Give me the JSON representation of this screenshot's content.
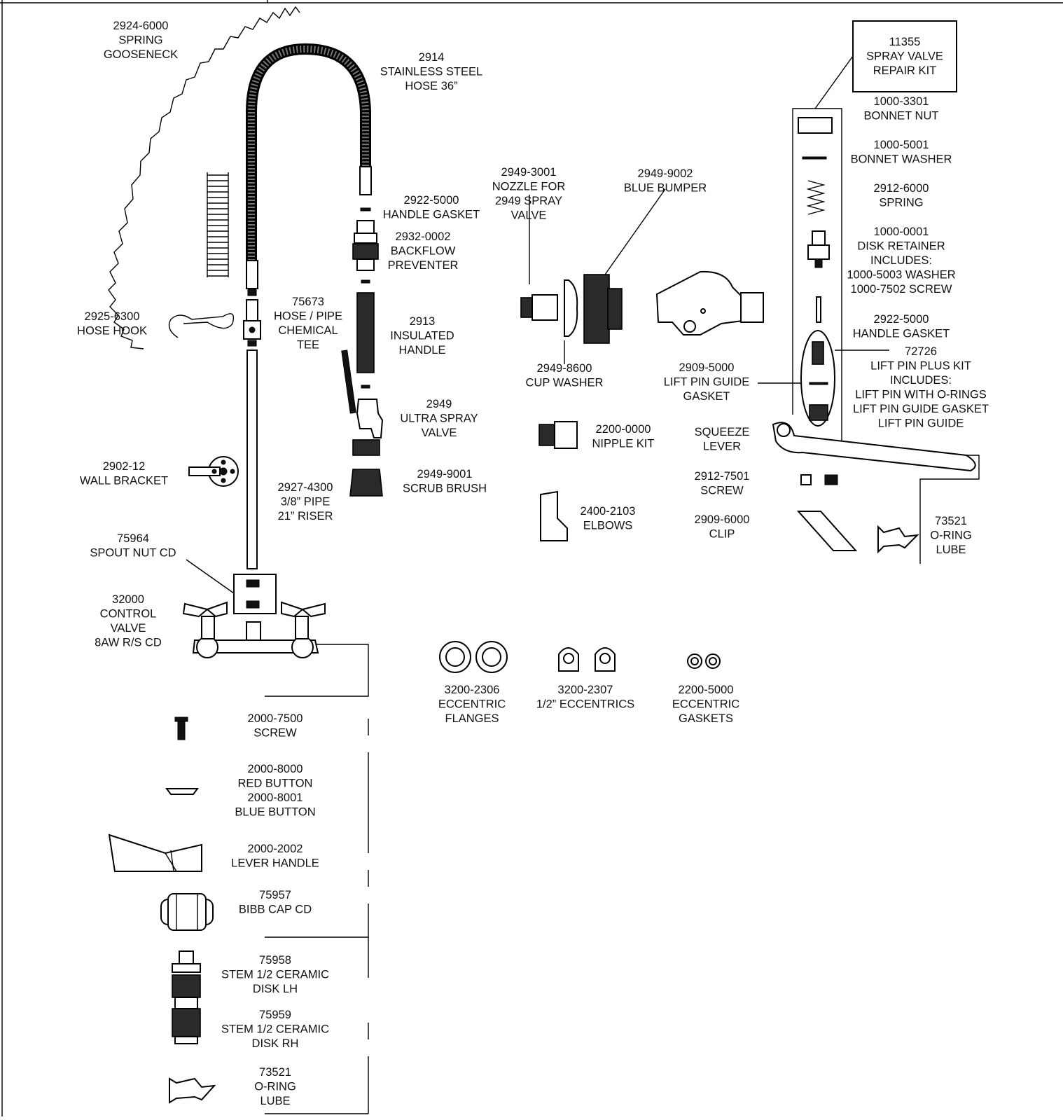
{
  "labels": {
    "spring_gooseneck": [
      "2924-6000",
      "SPRING",
      "GOOSENECK"
    ],
    "stainless_hose": [
      "2914",
      "STAINLESS STEEL",
      "HOSE 36”"
    ],
    "handle_gasket": [
      "2922-5000",
      "HANDLE GASKET"
    ],
    "backflow_preventer": [
      "2932-0002",
      "BACKFLOW",
      "PREVENTER"
    ],
    "hose_hook": [
      "2925-6300",
      "HOSE HOOK"
    ],
    "chemical_tee": [
      "75673",
      "HOSE / PIPE",
      "CHEMICAL",
      "TEE"
    ],
    "insulated_handle": [
      "2913",
      "INSULATED",
      "HANDLE"
    ],
    "ultra_spray_valve": [
      "2949",
      "ULTRA SPRAY",
      "VALVE"
    ],
    "wall_bracket": [
      "2902-12",
      "WALL BRACKET"
    ],
    "scrub_brush": [
      "2949-9001",
      "SCRUB BRUSH"
    ],
    "pipe_riser": [
      "2927-4300",
      "3/8” PIPE",
      "21” RISER"
    ],
    "spout_nut": [
      "75964",
      "SPOUT NUT CD"
    ],
    "control_valve": [
      "32000",
      "CONTROL",
      "VALVE",
      "8AW R/S CD"
    ],
    "nozzle": [
      "2949-3001",
      "NOZZLE FOR",
      "2949 SPRAY",
      "VALVE"
    ],
    "blue_bumper": [
      "2949-9002",
      "BLUE BUMPER"
    ],
    "cup_washer": [
      "2949-8600",
      "CUP WASHER"
    ],
    "nipple_kit": [
      "2200-0000",
      "NIPPLE KIT"
    ],
    "elbows": [
      "2400-2103",
      "ELBOWS"
    ],
    "repair_kit": [
      "11355",
      "SPRAY VALVE",
      "REPAIR KIT"
    ],
    "bonnet_nut": [
      "1000-3301",
      "BONNET NUT"
    ],
    "bonnet_washer": [
      "1000-5001",
      "BONNET WASHER"
    ],
    "spring": [
      "2912-6000",
      "SPRING"
    ],
    "disk_retainer": [
      "1000-0001",
      "DISK RETAINER",
      "INCLUDES:",
      "1000-5003 WASHER",
      "1000-7502 SCREW"
    ],
    "handle_gasket_2": [
      "2922-5000",
      "HANDLE GASKET"
    ],
    "lift_pin_kit": [
      "72726",
      "LIFT PIN PLUS KIT",
      "INCLUDES:",
      "LIFT PIN WITH O-RINGS",
      "LIFT PIN GUIDE GASKET",
      "LIFT PIN GUIDE"
    ],
    "lift_pin_guide_gasket": [
      "2909-5000",
      "LIFT PIN GUIDE",
      "GASKET"
    ],
    "squeeze_lever": [
      "SQUEEZE",
      "LEVER"
    ],
    "screw_2912": [
      "2912-7501",
      "SCREW"
    ],
    "clip": [
      "2909-6000",
      "CLIP"
    ],
    "oring_lube_right": [
      "73521",
      "O-RING",
      "LUBE"
    ],
    "eccentric_flanges": [
      "3200-2306",
      "ECCENTRIC",
      "FLANGES"
    ],
    "eccentrics": [
      "3200-2307",
      "1/2” ECCENTRICS"
    ],
    "eccentric_gaskets": [
      "2200-5000",
      "ECCENTRIC",
      "GASKETS"
    ],
    "screw_2000": [
      "2000-7500",
      "SCREW"
    ],
    "buttons": [
      "2000-8000",
      "RED BUTTON",
      "2000-8001",
      "BLUE BUTTON"
    ],
    "lever_handle": [
      "2000-2002",
      "LEVER HANDLE"
    ],
    "bibb_cap": [
      "75957",
      "BIBB CAP CD"
    ],
    "stem_lh": [
      "75958",
      "STEM 1/2 CERAMIC",
      "DISK LH"
    ],
    "stem_rh": [
      "75959",
      "STEM 1/2 CERAMIC",
      "DISK RH"
    ],
    "oring_lube_left": [
      "73521",
      "O-RING",
      "LUBE"
    ]
  }
}
